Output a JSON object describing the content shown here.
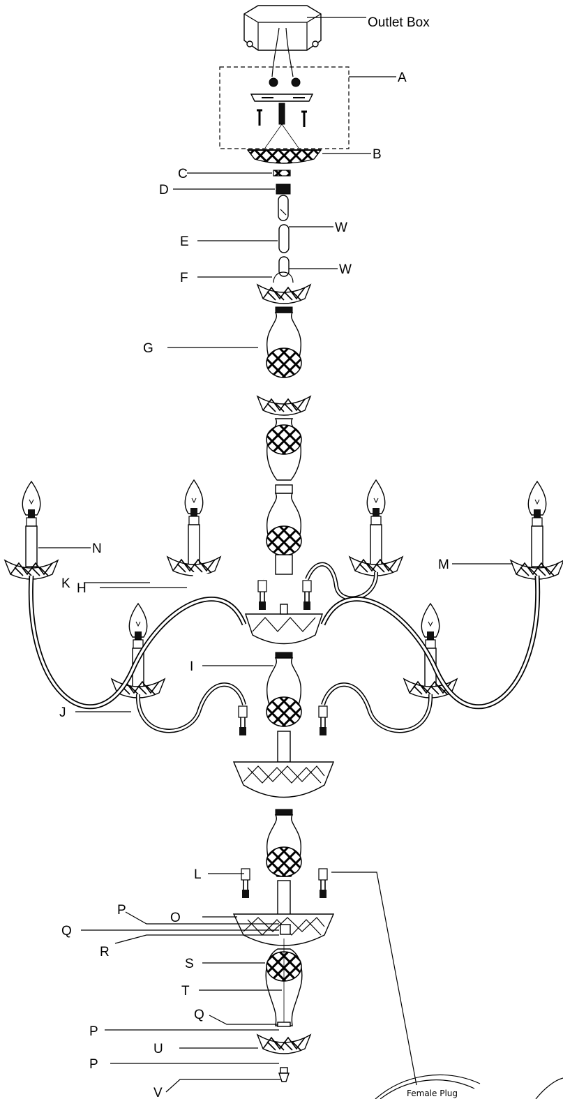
{
  "callouts": {
    "outlet_box": "Outlet Box",
    "A": "A",
    "B": "B",
    "C": "C",
    "D": "D",
    "E": "E",
    "W1": "W",
    "W2": "W",
    "F": "F",
    "G": "G",
    "H": "H",
    "I": "I",
    "J": "J",
    "N": "N",
    "M": "M",
    "K": "K",
    "L": "L",
    "O": "O",
    "P1": "P",
    "Q1": "Q",
    "R": "R",
    "S": "S",
    "T": "T",
    "Q2": "Q",
    "P2": "P",
    "U": "U",
    "P3": "P",
    "V": "V"
  },
  "detail": {
    "female_plug": "Female Plug"
  }
}
